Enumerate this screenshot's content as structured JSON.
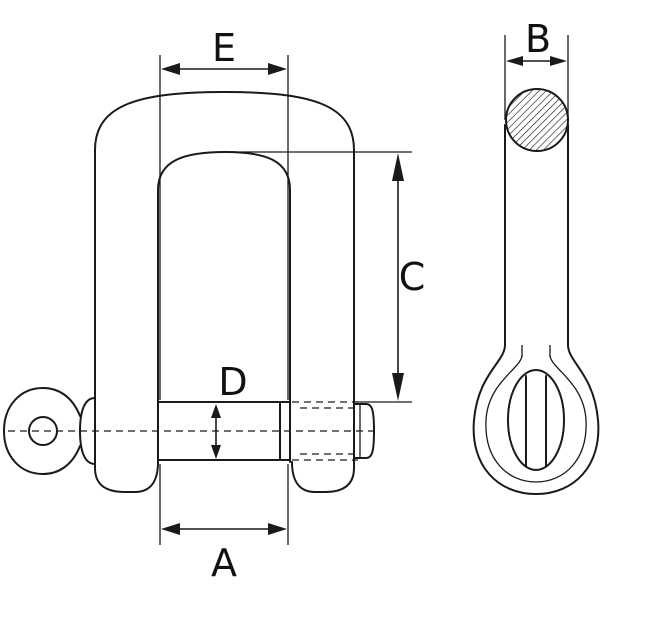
{
  "labels": {
    "A": "A",
    "B": "B",
    "C": "C",
    "D": "D",
    "E": "E"
  },
  "colors": {
    "line": "#1a1a1a",
    "background": "#ffffff"
  }
}
